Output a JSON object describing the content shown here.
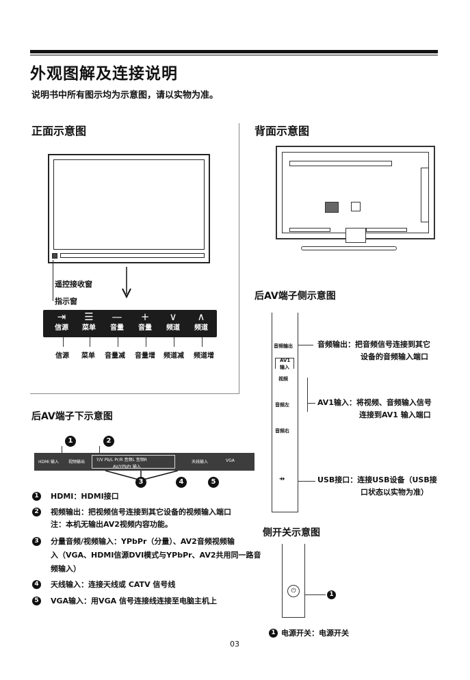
{
  "page": {
    "title": "外观图解及连接说明",
    "subtitle": "说明书中所有图示均为示意图，请以实物为准。",
    "page_number": "03"
  },
  "front": {
    "title": "正面示意图",
    "label_receiver": "遥控接收窗",
    "label_indicator": "指示窗",
    "buttons": [
      {
        "symbol": "⇥",
        "label": "信源"
      },
      {
        "symbol": "☰",
        "label": "菜单"
      },
      {
        "symbol": "—",
        "label": "音量"
      },
      {
        "symbol": "+",
        "label": "音量"
      },
      {
        "symbol": "∨",
        "label": "频道"
      },
      {
        "symbol": "∧",
        "label": "频道"
      }
    ],
    "button_names": [
      "信源",
      "菜单",
      "音量减",
      "音量增",
      "频道减",
      "频道增"
    ]
  },
  "back": {
    "title": "背面示意图"
  },
  "rear_av_bottom": {
    "title": "后AV端子下示意图",
    "ports": {
      "hdmi": "HDMI 输入",
      "video_out": "视频输出",
      "ypbpr": "Y/V  Pb/L  Pr/R  音频L  音频R",
      "group_label": "AV/YPbPr 输入",
      "antenna": "天线输入",
      "vga": "VGA"
    },
    "markers": [
      "1",
      "2",
      "3",
      "4",
      "5"
    ],
    "items": [
      {
        "num": "1",
        "text": "HDMI：HDMI接口"
      },
      {
        "num": "2",
        "text": "视频输出：把视频信号连接到其它设备的视频输入端口"
      },
      {
        "num": "",
        "text": "注：本机无输出AV2视频内容功能。"
      },
      {
        "num": "3",
        "text": "分量音频/视频输入：YPbPr（分量）、AV2音频视频输"
      },
      {
        "num": "",
        "text": "入（VGA、HDMI信源DVI模式与YPbPr、AV2共用同一路音"
      },
      {
        "num": "",
        "text": "频输入）"
      },
      {
        "num": "4",
        "text": "天线输入：连接天线或 CATV 信号线"
      },
      {
        "num": "5",
        "text": "VGA输入：用VGA 信号连接线连接至电脑主机上"
      }
    ]
  },
  "rear_av_side": {
    "title": "后AV端子侧示意图",
    "port_audio_out": "音频输出",
    "port_av1": "AV1",
    "port_av1_in": "输入",
    "port_video": "视频",
    "port_audio_l": "音频左",
    "port_audio_r": "音频右",
    "desc_audio_out_1": "音频输出：把音频信号连接到其它",
    "desc_audio_out_2": "设备的音频输入端口",
    "desc_av1_1": "AV1输入：将视频、音频输入信号",
    "desc_av1_2": "连接到AV1 输入端口",
    "desc_usb_1": "USB接口：连接USB设备（USB接",
    "desc_usb_2": "口状态以实物为准）"
  },
  "side_switch": {
    "title": "侧开关示意图",
    "marker": "1",
    "desc": "电源开关：电源开关"
  }
}
